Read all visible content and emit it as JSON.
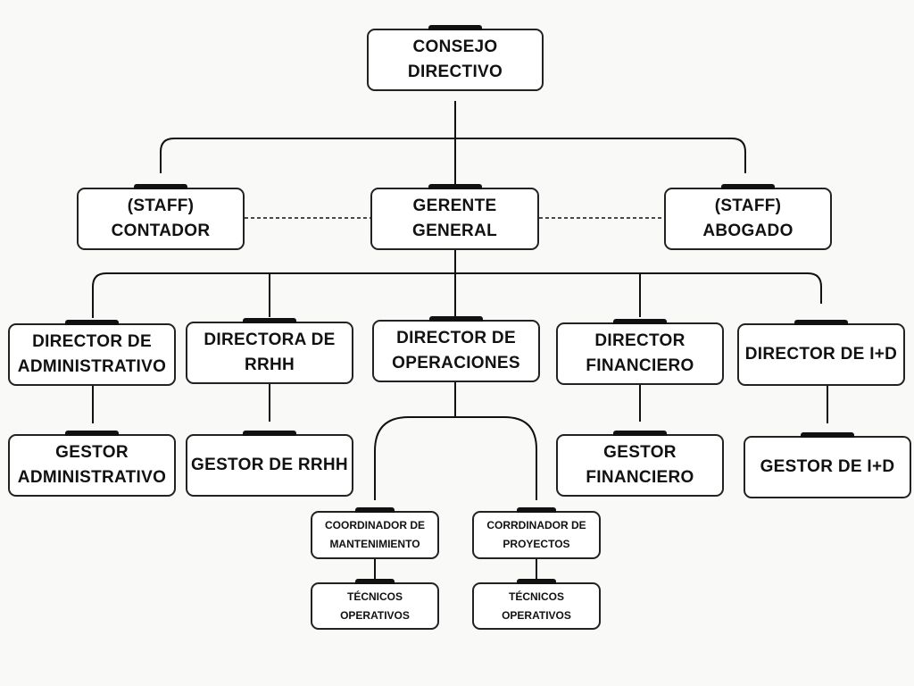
{
  "colors": {
    "background": "#f9f9f8",
    "box_fill": "#ffffff",
    "line": "#111111"
  },
  "nodes": {
    "consejo": {
      "label": "CONSEJO\nDIRECTIVO"
    },
    "gerente": {
      "label": "GERENTE\nGENERAL"
    },
    "contador": {
      "label": "(STAFF)\nCONTADOR"
    },
    "abogado": {
      "label": "(STAFF)\nABOGADO"
    },
    "dir_adm": {
      "label": "DIRECTOR DE\nADMINISTRATIVO"
    },
    "dir_rrhh": {
      "label": "DIRECTORA DE\nRRHH"
    },
    "dir_ops": {
      "label": "DIRECTOR DE\nOPERACIONES"
    },
    "dir_fin": {
      "label": "DIRECTOR\nFINANCIERO"
    },
    "dir_id": {
      "label": "DIRECTOR DE I+D"
    },
    "gest_adm": {
      "label": "GESTOR\nADMINISTRATIVO"
    },
    "gest_rrhh": {
      "label": "GESTOR DE RRHH"
    },
    "gest_fin": {
      "label": "GESTOR\nFINANCIERO"
    },
    "gest_id": {
      "label": "GESTOR DE I+D"
    },
    "coord_mant": {
      "label": "COORDINADOR DE\nMANTENIMIENTO"
    },
    "coord_proy": {
      "label": "CORRDINADOR DE\nPROYECTOS"
    },
    "tec_1": {
      "label": "TÉCNICOS\nOPERATIVOS"
    },
    "tec_2": {
      "label": "TÉCNICOS\nOPERATIVOS"
    }
  }
}
